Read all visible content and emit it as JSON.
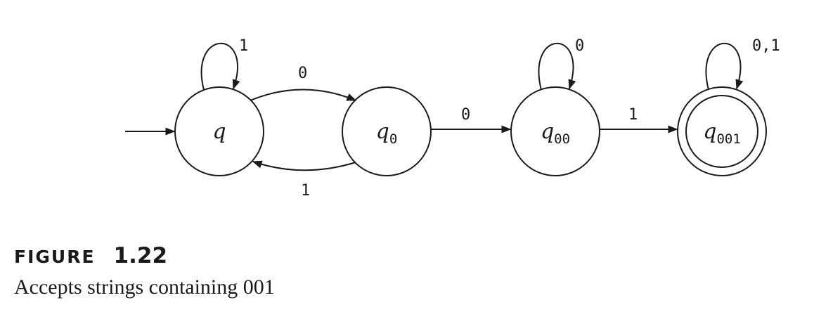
{
  "diagram": {
    "type": "finite-automaton",
    "states": [
      {
        "id": "q",
        "name": "q",
        "subscript": "",
        "start": true,
        "accept": false
      },
      {
        "id": "q0",
        "name": "q",
        "subscript": "0",
        "start": false,
        "accept": false
      },
      {
        "id": "q00",
        "name": "q",
        "subscript": "00",
        "start": false,
        "accept": false
      },
      {
        "id": "q001",
        "name": "q",
        "subscript": "001",
        "start": false,
        "accept": true
      }
    ],
    "transitions": [
      {
        "from": "q",
        "to": "q",
        "label": "1"
      },
      {
        "from": "q",
        "to": "q0",
        "label": "0"
      },
      {
        "from": "q0",
        "to": "q",
        "label": "1"
      },
      {
        "from": "q0",
        "to": "q00",
        "label": "0"
      },
      {
        "from": "q00",
        "to": "q00",
        "label": "0"
      },
      {
        "from": "q00",
        "to": "q001",
        "label": "1"
      },
      {
        "from": "q001",
        "to": "q001",
        "label": "0,1"
      }
    ]
  },
  "caption": {
    "figure_word": "FIGURE",
    "figure_number": "1.22",
    "text": "Accepts strings containing 001"
  }
}
